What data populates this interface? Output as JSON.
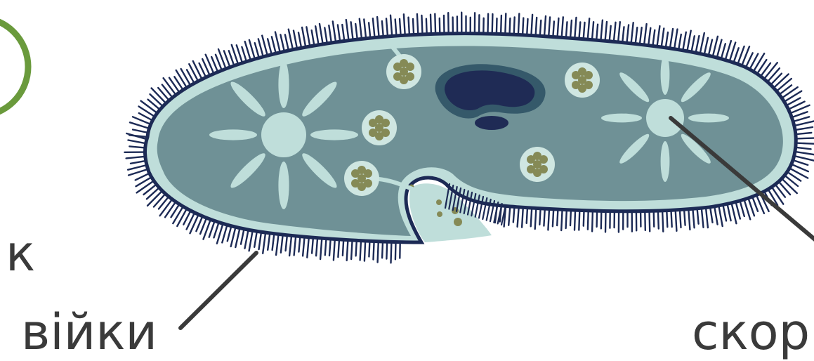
{
  "labels": {
    "partial_left": "к",
    "cilia": "війки",
    "partial_right": "скор"
  },
  "colors": {
    "background": "#ffffff",
    "cell_outline": "#1c2a55",
    "cell_membrane": "#bfdeda",
    "cytoplasm": "#6f9196",
    "nucleus_outer": "#35596a",
    "nucleus_inner": "#1f2b55",
    "food_vacuole": "#cfe6e1",
    "granules": "#858a56",
    "contractile_vacuole": "#bfdeda",
    "leader_line": "#3a3a3a",
    "accent_circle": "#6a9a3c",
    "label_text": "#3a3a3a"
  }
}
